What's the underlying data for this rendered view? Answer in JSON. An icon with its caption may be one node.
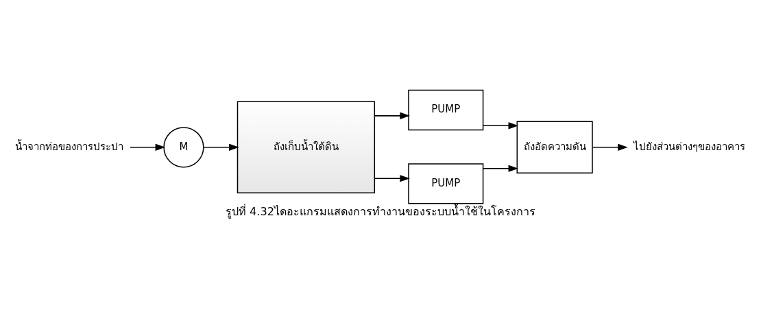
{
  "diagram": {
    "caption": "รูปที่ 4.32ไดอะแกรมแสดงการทำงานของระบบน้ำใช้ในโครงการ",
    "nodes": [
      {
        "text": [
          "น้ำจากท่อของการประปา"
        ]
      },
      {
        "text": [
          "M"
        ]
      },
      {
        "text": [
          "ถังเก็บน้ำใต้ดิน"
        ]
      },
      {
        "text": [
          "PUMP"
        ]
      },
      {
        "text": [
          "PUMP"
        ]
      },
      {
        "text": [
          "ถังอัดความดัน"
        ]
      },
      {
        "text": [
          "ไปยังส่วนต่างๆของอาคาร"
        ]
      }
    ],
    "edges": [
      {
        "from": 0,
        "to": 1,
        "arrow": "to"
      },
      {
        "from": 1,
        "to": 2,
        "arrow": "to"
      },
      {
        "from": 2,
        "to": 3,
        "arrow": "to"
      },
      {
        "from": 2,
        "to": 4,
        "arrow": "to"
      },
      {
        "from": 3,
        "to": 5,
        "arrow": "to"
      },
      {
        "from": 4,
        "to": 5,
        "arrow": "to"
      },
      {
        "from": 5,
        "to": 6,
        "arrow": "to"
      }
    ]
  }
}
